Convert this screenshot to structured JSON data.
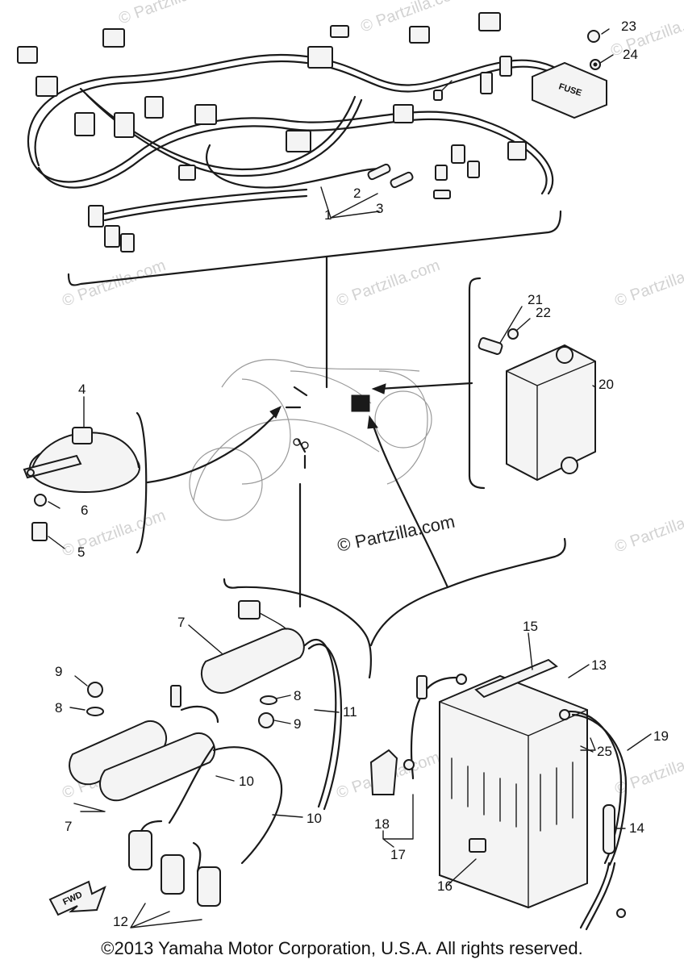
{
  "watermark": {
    "faint_text": "© Partzilla.com",
    "main_text": "© Partzilla.com"
  },
  "callouts": {
    "c1": "1",
    "c2": "2",
    "c3": "3",
    "c4": "4",
    "c5": "5",
    "c6": "6",
    "c7a": "7",
    "c7b": "7",
    "c8a": "8",
    "c8b": "8",
    "c9a": "9",
    "c9b": "9",
    "c10a": "10",
    "c10b": "10",
    "c11": "11",
    "c12": "12",
    "c13": "13",
    "c14": "14",
    "c15": "15",
    "c16": "16",
    "c17": "17",
    "c18": "18",
    "c19": "19",
    "c20": "20",
    "c21": "21",
    "c22": "22",
    "c23": "23",
    "c24": "24",
    "c25": "25"
  },
  "part_labels": {
    "fuse_box": "FUSE",
    "forward_arrow": "FWD"
  },
  "footer": {
    "copyright": "©2013 Yamaha Motor Corporation, U.S.A. All rights reserved."
  }
}
